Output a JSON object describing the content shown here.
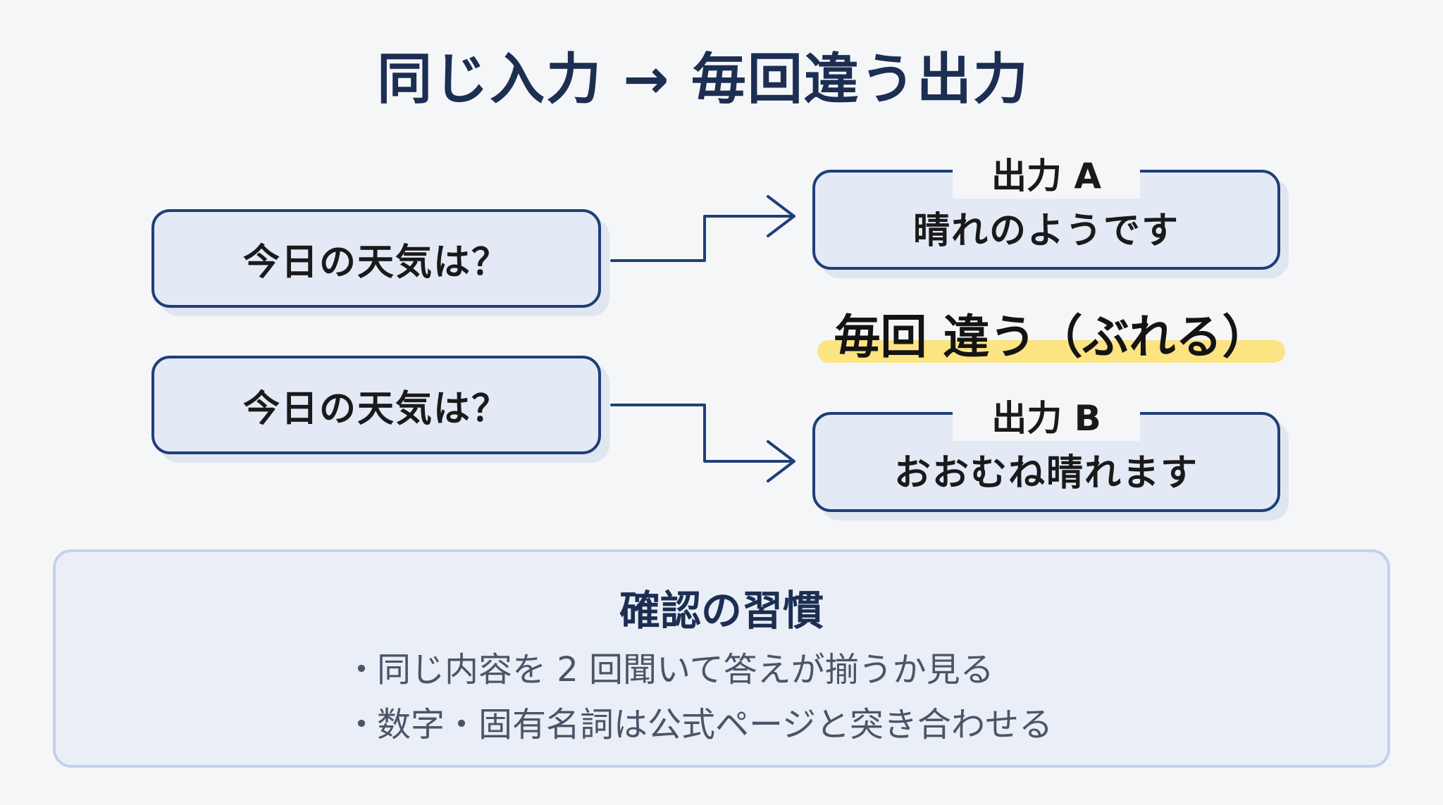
{
  "title": "同じ入力 → 毎回違う出力",
  "inputs": [
    {
      "text": "今日の天気は？"
    },
    {
      "text": "今日の天気は？"
    }
  ],
  "outputs": [
    {
      "label": "出力 A",
      "text": "晴れのようです"
    },
    {
      "label": "出力 B",
      "text": "おおむね晴れます"
    }
  ],
  "difference_note": "毎回 違う（ぶれる）",
  "habit": {
    "title": "確認の習慣",
    "bullet": "・",
    "items": [
      "同じ内容を 2 回聞いて答えが揃うか見る",
      "数字・固有名詞は公式ページと突き合わせる"
    ]
  },
  "colors": {
    "border": "#1f3f78",
    "box_fill": "#e3eaf6",
    "title": "#1c2e52",
    "highlight": "#fbe481",
    "panel_fill": "#eaeef6",
    "panel_border": "#c3d2ea"
  }
}
